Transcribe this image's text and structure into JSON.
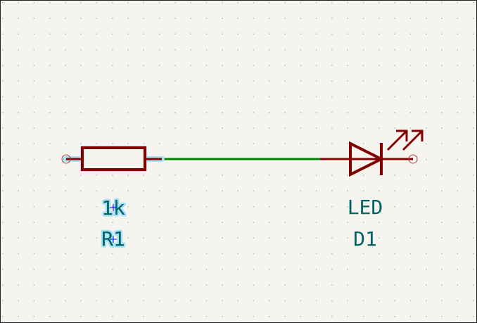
{
  "schematic": {
    "components": [
      {
        "reference": "R1",
        "value": "1k",
        "type": "resistor",
        "selected": true
      },
      {
        "reference": "D1",
        "value": "LED",
        "type": "led",
        "selected": false
      }
    ],
    "colors": {
      "background": "#f5f4ef",
      "symbol": "#840000",
      "wire": "#008400",
      "text": "#006464",
      "selection_halo": "#a8e0f5",
      "grid": "#9a9a9a"
    }
  }
}
